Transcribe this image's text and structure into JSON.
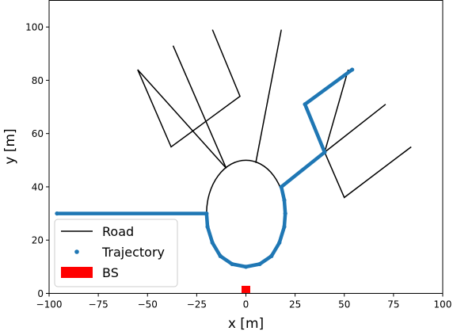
{
  "chart_data": {
    "type": "line",
    "xlabel": "x [m]",
    "ylabel": "y [m]",
    "xlim": [
      -100,
      100
    ],
    "ylim": [
      0,
      110
    ],
    "xticks": [
      -100,
      -75,
      -50,
      -25,
      0,
      25,
      50,
      75,
      100
    ],
    "yticks": [
      0,
      20,
      40,
      60,
      80,
      100
    ],
    "grid": false,
    "legend_position": "lower-left",
    "legend": [
      {
        "label": "Road",
        "kind": "line",
        "color": "#000000"
      },
      {
        "label": "Trajectory",
        "kind": "dot",
        "color": "#1f77b4"
      },
      {
        "label": "BS",
        "kind": "patch",
        "color": "#ff0000"
      }
    ],
    "series": [
      {
        "name": "Road",
        "kind": "line",
        "color": "#000000",
        "circle": {
          "cx": 0,
          "cy": 30,
          "rx": 20,
          "ry": 20
        },
        "segments": [
          [
            [
              -10,
              47
            ],
            [
              -37,
              93
            ]
          ],
          [
            [
              -10,
              47
            ],
            [
              -55,
              84
            ],
            [
              -38,
              55
            ],
            [
              -3,
              74
            ],
            [
              -17,
              99
            ]
          ],
          [
            [
              5,
              49
            ],
            [
              18,
              99
            ]
          ],
          [
            [
              40,
              53
            ],
            [
              52,
              84
            ]
          ],
          [
            [
              40,
              53
            ],
            [
              71,
              71
            ]
          ],
          [
            [
              40,
              53
            ],
            [
              30,
              70
            ]
          ],
          [
            [
              40,
              53
            ],
            [
              50,
              36
            ],
            [
              84,
              55
            ]
          ]
        ]
      },
      {
        "name": "Trajectory",
        "kind": "dots",
        "color": "#1f77b4",
        "path": [
          [
            -96,
            30
          ],
          [
            -20,
            30
          ],
          [
            -19.5,
            25
          ],
          [
            -17,
            19
          ],
          [
            -13,
            14
          ],
          [
            -7,
            11
          ],
          [
            0,
            10
          ],
          [
            7,
            11
          ],
          [
            13,
            14
          ],
          [
            17,
            19
          ],
          [
            19.5,
            25
          ],
          [
            20,
            30
          ],
          [
            19.5,
            35
          ],
          [
            18,
            40
          ],
          [
            40,
            53
          ],
          [
            30,
            71
          ],
          [
            54,
            84
          ]
        ]
      },
      {
        "name": "BS",
        "kind": "marker-square",
        "color": "#ff0000",
        "x": 0,
        "y": 1.5
      }
    ]
  }
}
